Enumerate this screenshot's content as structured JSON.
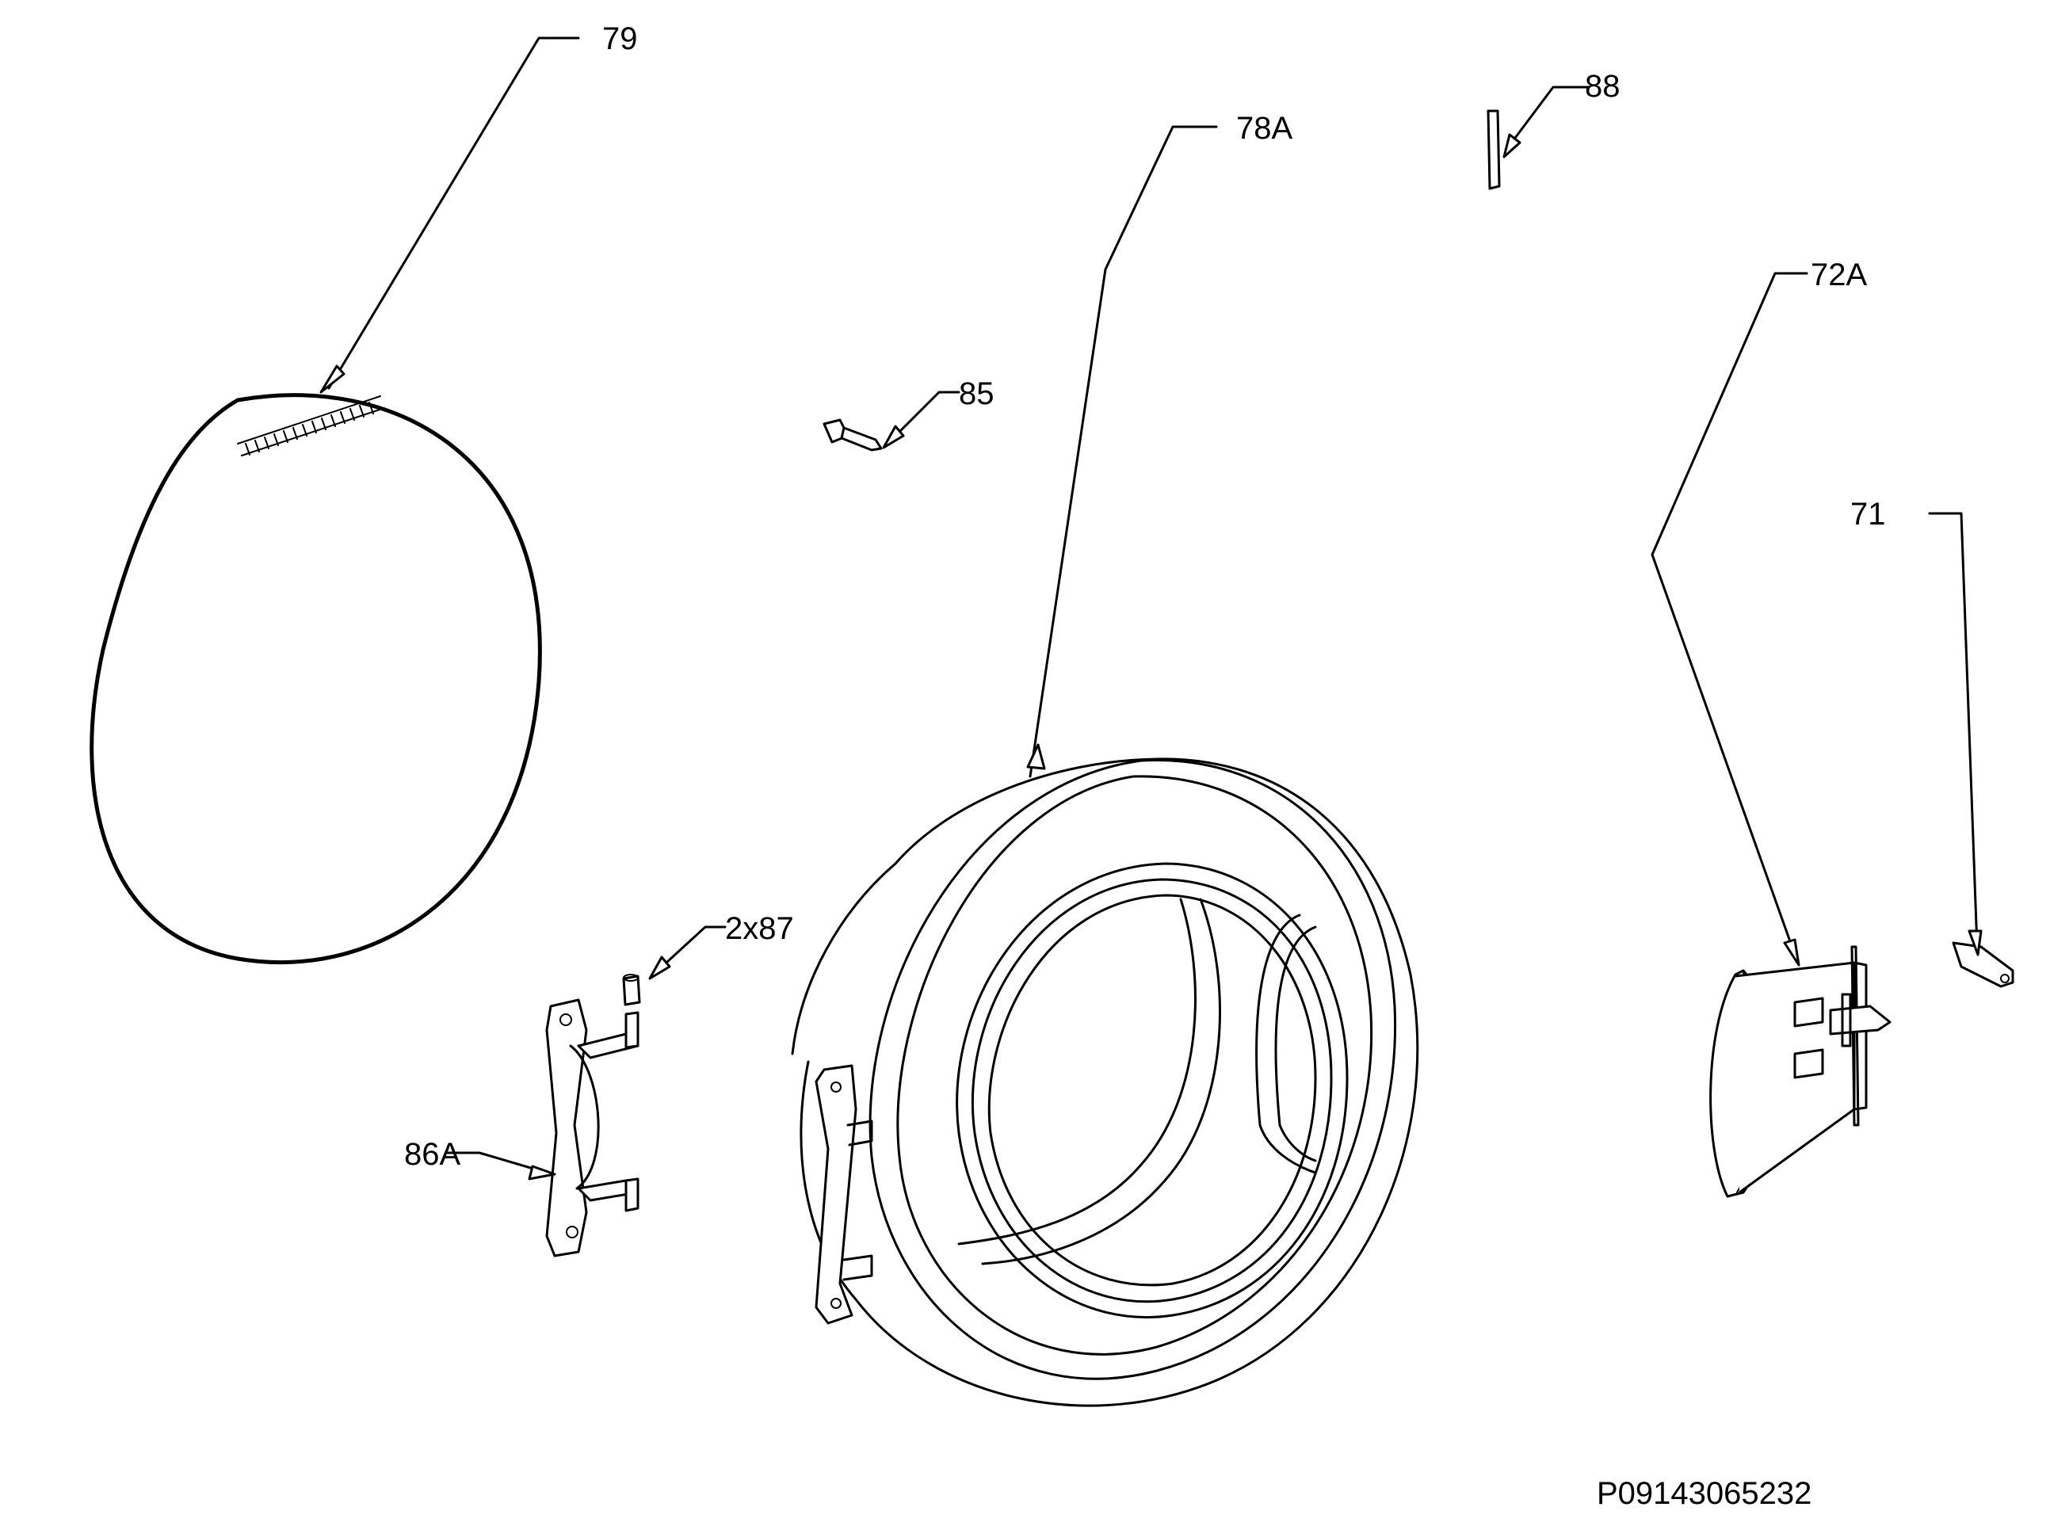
{
  "diagram": {
    "parts": [
      {
        "id": "p79",
        "label": "79"
      },
      {
        "id": "p78a",
        "label": "78A"
      },
      {
        "id": "p88",
        "label": "88"
      },
      {
        "id": "p72a",
        "label": "72A"
      },
      {
        "id": "p85",
        "label": "85"
      },
      {
        "id": "p71",
        "label": "71"
      },
      {
        "id": "p287",
        "label": "2x87"
      },
      {
        "id": "p86a",
        "label": "86A"
      }
    ],
    "drawing_code": "P09143065232",
    "line_color": "#000000",
    "background_color": "#ffffff"
  }
}
